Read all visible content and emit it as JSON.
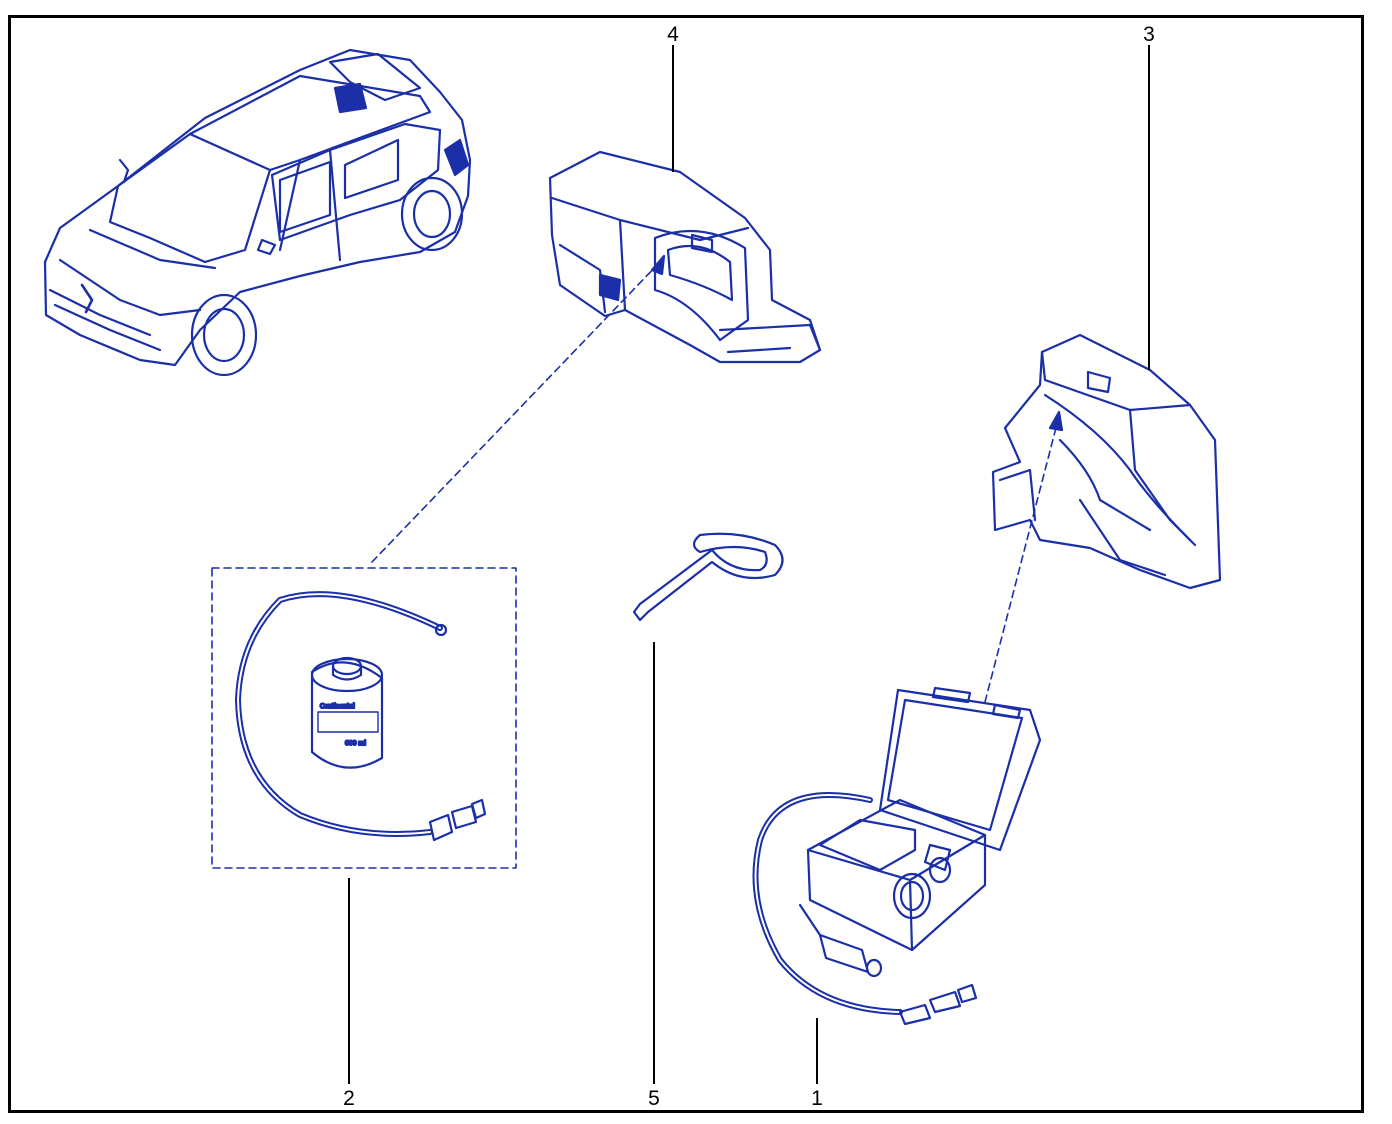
{
  "diagram": {
    "callouts": {
      "c1": "1",
      "c2": "2",
      "c3": "3",
      "c4": "4",
      "c5": "5"
    },
    "bottle_brand": "Continental",
    "bottle_volume": "600 ml"
  },
  "colors": {
    "line_art": "#1b2fa8",
    "frame": "#000000",
    "leader": "#000000"
  }
}
